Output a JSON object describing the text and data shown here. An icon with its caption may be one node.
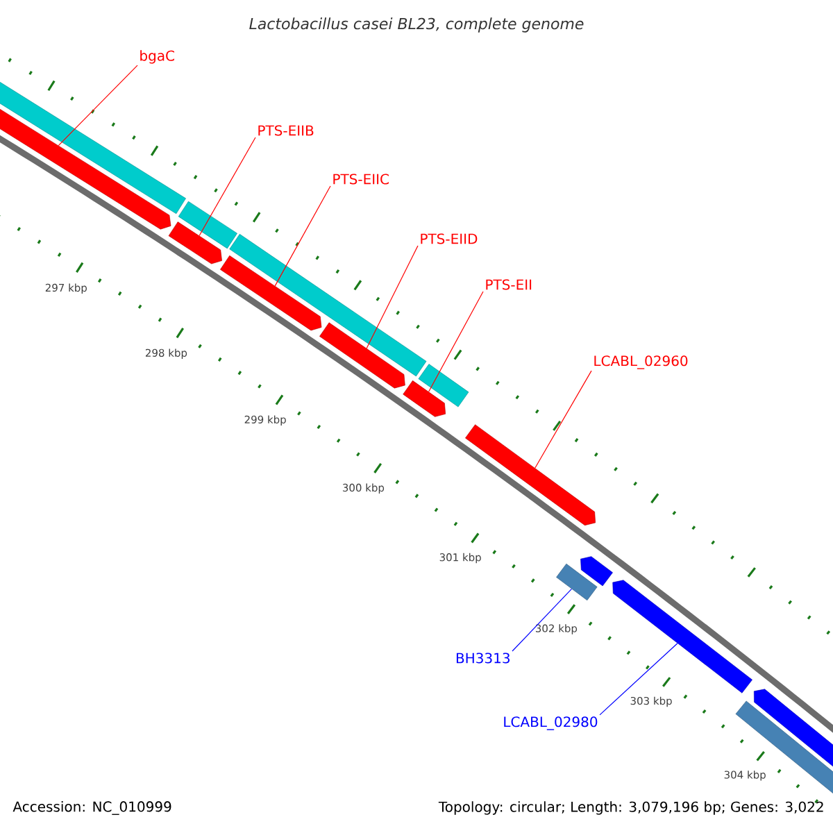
{
  "diagram": {
    "title": "Lactobacillus casei BL23, complete genome",
    "nodes": [
      {
        "text": [
          "bgaC"
        ]
      },
      {
        "text": [
          "PTS-EIIB"
        ]
      },
      {
        "text": [
          "PTS-EIIC"
        ]
      },
      {
        "text": [
          "PTS-EIID"
        ]
      },
      {
        "text": [
          "PTS-EII"
        ]
      },
      {
        "text": [
          "LCABL_02960"
        ]
      },
      {
        "text": [
          "BH3313"
        ]
      },
      {
        "text": [
          "LCABL_02980"
        ]
      },
      {
        "text": [],
        "shape": "bar"
      },
      {
        "text": [],
        "shape": "arrow"
      },
      {
        "text": [],
        "shape": "bar"
      },
      {
        "text": [],
        "shape": "arrow"
      },
      {
        "text": [],
        "shape": "bar"
      },
      {
        "text": [],
        "shape": "arrow"
      },
      {
        "text": [],
        "shape": "arrow"
      },
      {
        "text": [],
        "shape": "bar"
      },
      {
        "text": [],
        "shape": "arrow"
      },
      {
        "text": [],
        "shape": "arrow"
      },
      {
        "text": [],
        "shape": "bar"
      },
      {
        "text": [],
        "shape": "arrow"
      },
      {
        "text": [],
        "shape": "arrow"
      },
      {
        "text": [],
        "shape": "bar"
      },
      {
        "text": [],
        "shape": "arrow"
      }
    ],
    "edges": [
      {
        "from": 0,
        "to": 9,
        "arrow": "none"
      },
      {
        "from": 1,
        "to": 11,
        "arrow": "none"
      },
      {
        "from": 2,
        "to": 13,
        "arrow": "none"
      },
      {
        "from": 3,
        "to": 14,
        "arrow": "none"
      },
      {
        "from": 4,
        "to": 16,
        "arrow": "none"
      },
      {
        "from": 5,
        "to": 17,
        "arrow": "none"
      },
      {
        "from": 6,
        "to": 18,
        "arrow": "none",
        "color": "#0000ff"
      },
      {
        "from": 7,
        "to": 20,
        "arrow": "none",
        "color": "#0000ff"
      }
    ],
    "labels": [
      "297 kbp",
      "298 kbp",
      "299 kbp",
      "300 kbp",
      "301 kbp",
      "302 kbp",
      "303 kbp",
      "304 kbp",
      "Accession: NC_010999",
      "Topology: circular; Length: 3,079,196 bp; Genes: 3,022"
    ]
  }
}
